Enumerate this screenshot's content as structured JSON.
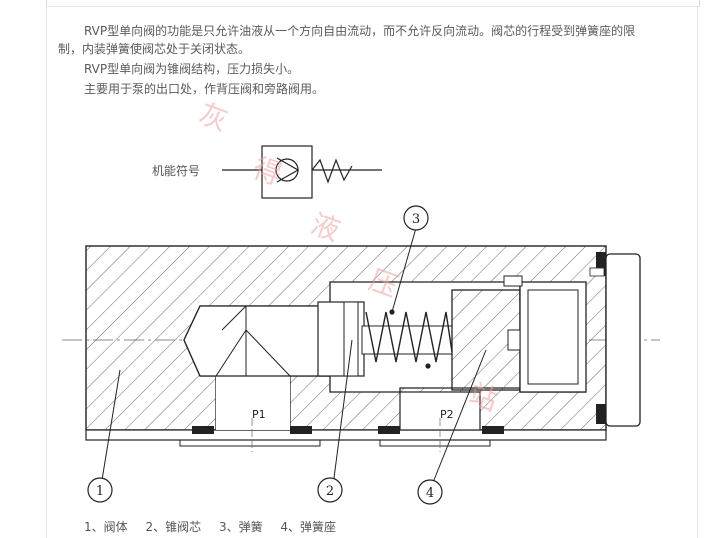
{
  "description": {
    "line1": "RVP型单向阀的功能是只允许油液从一个方向自由流动，而不允许反向流动。阀芯的行程受到弹簧座的限",
    "line2": "制，内装弹簧使阀芯处于关闭状态。",
    "line3": "RVP型单向阀为锥阀结构，压力损失小。",
    "line4": "主要用于泵的出口处，作背压阀和旁路阀用。"
  },
  "symbol": {
    "label": "机能符号"
  },
  "diagram": {
    "ports": {
      "p1": "P1",
      "p2": "P2"
    },
    "callouts": {
      "c1": "1",
      "c2": "2",
      "c3": "3",
      "c4": "4"
    }
  },
  "legend": [
    {
      "text": "1、阀体"
    },
    {
      "text": "2、锥阀芯"
    },
    {
      "text": "3、弹簧"
    },
    {
      "text": "4、弹簧座"
    }
  ],
  "watermark": [
    "灰",
    "得",
    "液",
    "压",
    "站"
  ]
}
